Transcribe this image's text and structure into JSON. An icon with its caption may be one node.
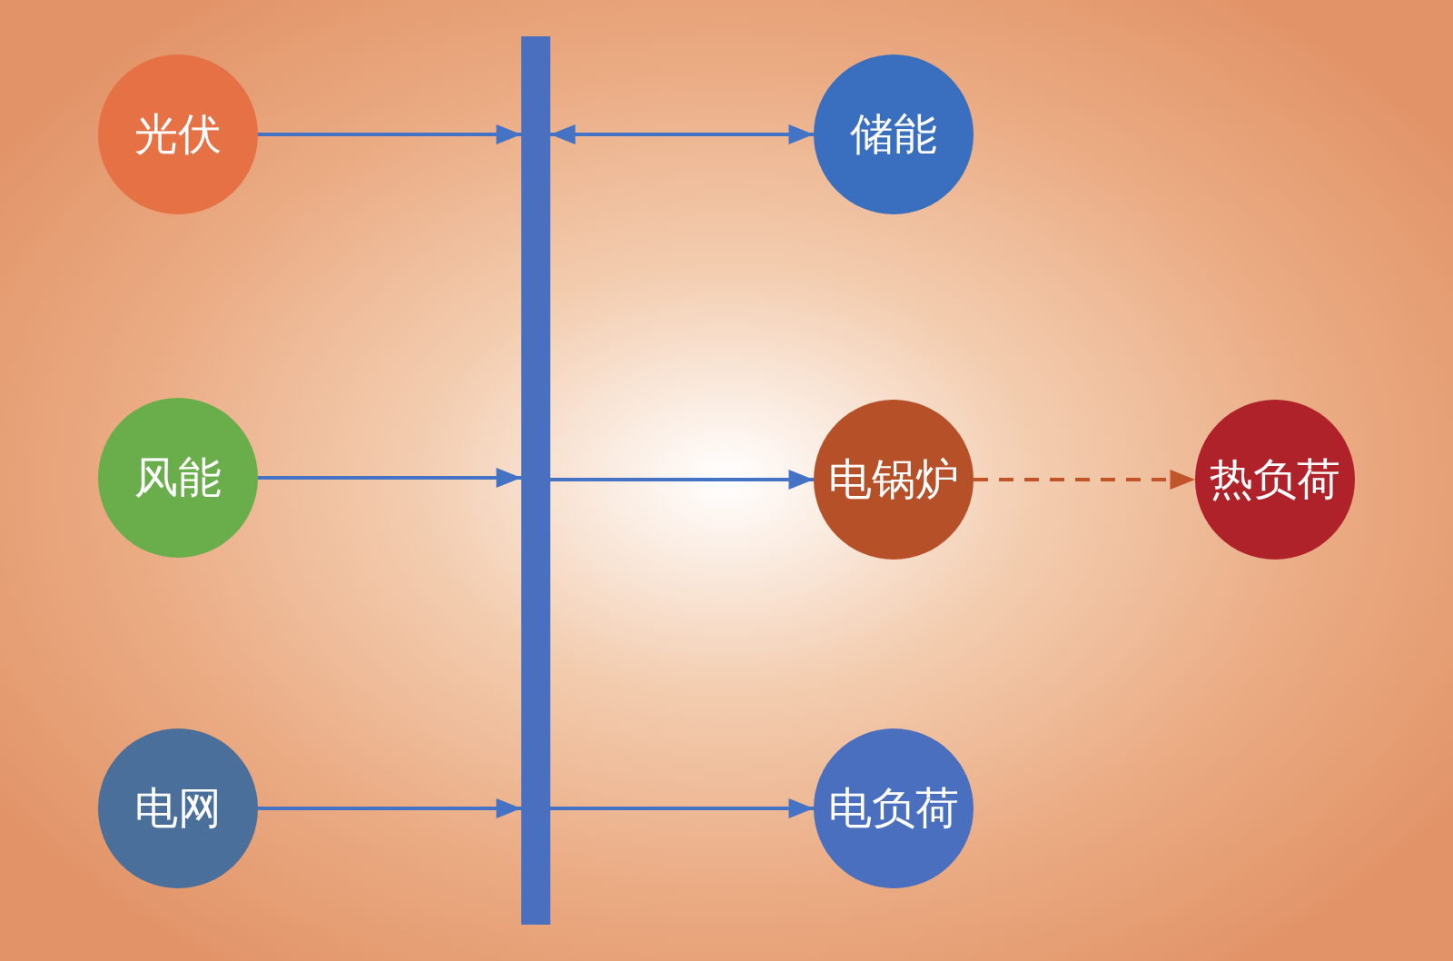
{
  "diagram": {
    "nodes": [
      {
        "text": [
          "光伏"
        ]
      },
      {
        "text": [
          "风能"
        ]
      },
      {
        "text": [
          "电网"
        ]
      },
      {
        "text": [],
        "shape": "bar"
      },
      {
        "text": [
          "储能"
        ]
      },
      {
        "text": [
          "电锅炉"
        ]
      },
      {
        "text": [
          "热负荷"
        ]
      },
      {
        "text": [
          "电负荷"
        ]
      }
    ],
    "edges": [
      {
        "from": 0,
        "to": 3,
        "arrow": "to"
      },
      {
        "from": 1,
        "to": 3,
        "arrow": "to"
      },
      {
        "from": 2,
        "to": 3,
        "arrow": "to"
      },
      {
        "from": 3,
        "to": 4,
        "arrow": "both"
      },
      {
        "from": 3,
        "to": 5,
        "arrow": "to"
      },
      {
        "from": 5,
        "to": 6,
        "arrow": "to",
        "style": "dashed",
        "color": "#c0552a"
      },
      {
        "from": 3,
        "to": 7,
        "arrow": "to"
      }
    ]
  }
}
